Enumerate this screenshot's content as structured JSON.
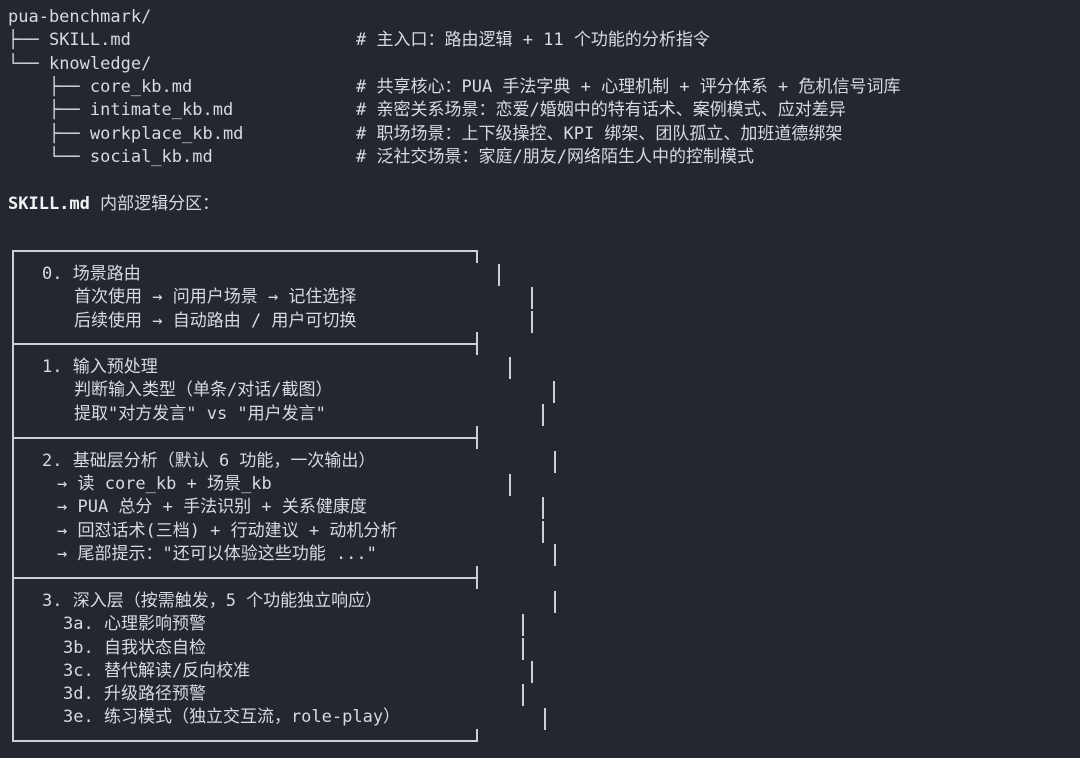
{
  "terminal": {
    "tree": {
      "root": "pua-benchmark/",
      "items": [
        {
          "prefix": "├── ",
          "name": "SKILL.md",
          "comment": "# 主入口：路由逻辑 + 11 个功能的分析指令"
        },
        {
          "prefix": "└── ",
          "name": "knowledge/",
          "comment": ""
        },
        {
          "prefix": "    ├── ",
          "name": "core_kb.md",
          "comment": "# 共享核心：PUA 手法字典 + 心理机制 + 评分体系 + 危机信号词库"
        },
        {
          "prefix": "    ├── ",
          "name": "intimate_kb.md",
          "comment": "# 亲密关系场景：恋爱/婚姻中的特有话术、案例模式、应对差异"
        },
        {
          "prefix": "    ├── ",
          "name": "workplace_kb.md",
          "comment": "# 职场场景：上下级操控、KPI 绑架、团队孤立、加班道德绑架"
        },
        {
          "prefix": "    └── ",
          "name": "social_kb.md",
          "comment": "# 泛社交场景：家庭/朋友/网络陌生人中的控制模式"
        }
      ]
    },
    "diagram_title": {
      "file": "SKILL.md",
      "rest": " 内部逻辑分区："
    },
    "flow": {
      "sections": [
        {
          "lines": [
            "0. 场景路由",
            "首次使用 → 问用户场景 → 记住选择",
            "后续使用 → 自动路由 / 用户可切换"
          ]
        },
        {
          "lines": [
            "1. 输入预处理",
            "判断输入类型（单条/对话/截图）",
            "提取\"对方发言\" vs \"用户发言\""
          ]
        },
        {
          "lines": [
            "2. 基础层分析（默认 6 功能，一次输出）",
            "→ 读 core_kb + 场景_kb",
            "→ PUA 总分 + 手法识别 + 关系健康度",
            "→ 回怼话术(三档) + 行动建议 + 动机分析",
            "→ 尾部提示：\"还可以体验这些功能 ...\""
          ]
        },
        {
          "lines": [
            "3. 深入层（按需触发，5 个功能独立响应）",
            "3a. 心理影响预警",
            "3b. 自我状态自检",
            "3c. 替代解读/反向校准",
            "3d. 升级路径预警",
            "3e. 练习模式（独立交互流，role-play）"
          ]
        }
      ]
    },
    "colors": {
      "background": "#232730",
      "text": "#d7dade",
      "bright_text": "#f2f3f5",
      "box_stroke": "#cbcfd6"
    }
  }
}
